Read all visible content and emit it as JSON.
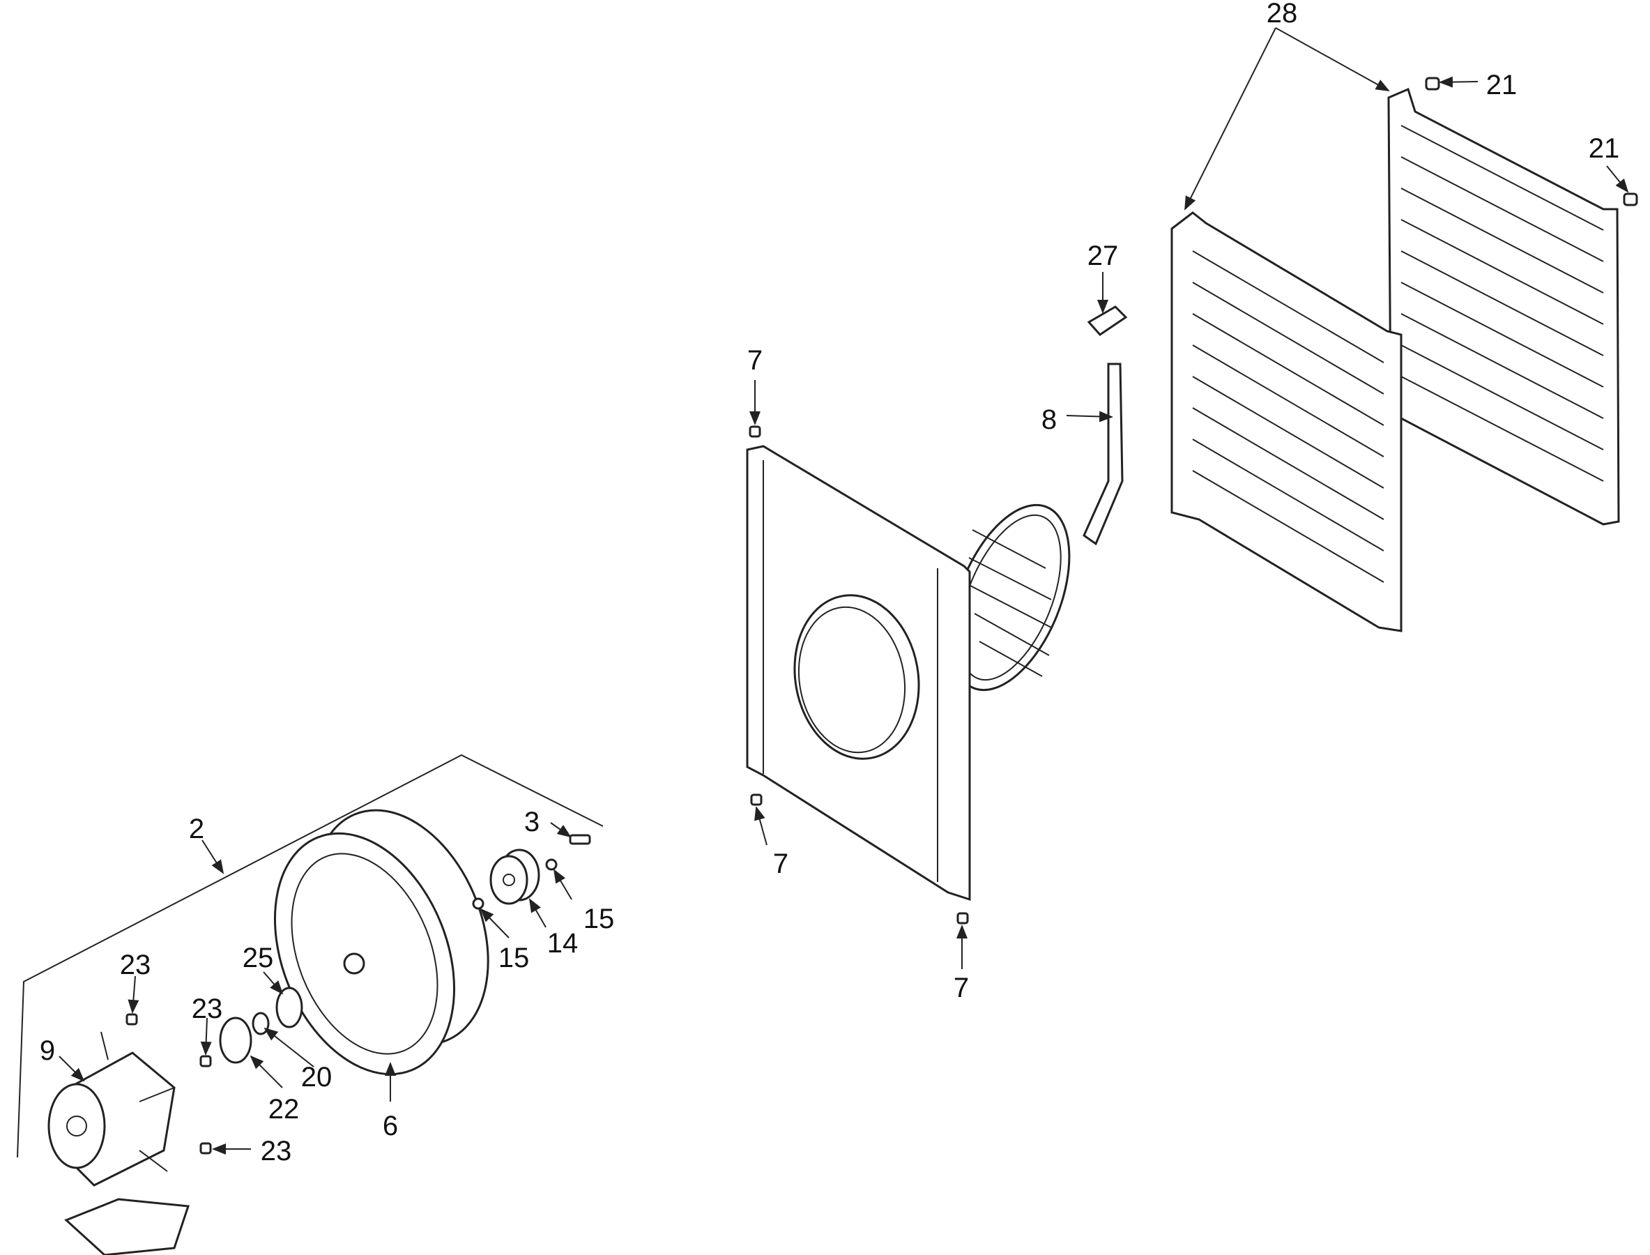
{
  "diagram": {
    "type": "exploded-parts-diagram",
    "callouts": {
      "rack_28": "28",
      "cap_21_top": "21",
      "cap_21_right": "21",
      "clip_27": "27",
      "screw_7_top": "7",
      "bracket_8": "8",
      "screw_7_bottom_left": "7",
      "screw_7_bottom_right": "7",
      "fan_assembly_2": "2",
      "bolt_3": "3",
      "washer_15_right": "15",
      "washer_15_left": "15",
      "pulley_14": "14",
      "nut_23_top": "23",
      "plate_25": "25",
      "nut_23_mid": "23",
      "motor_9": "9",
      "bearing_20": "20",
      "washer_22": "22",
      "fan_wheel_6": "6",
      "nut_23_bottom": "23"
    }
  }
}
